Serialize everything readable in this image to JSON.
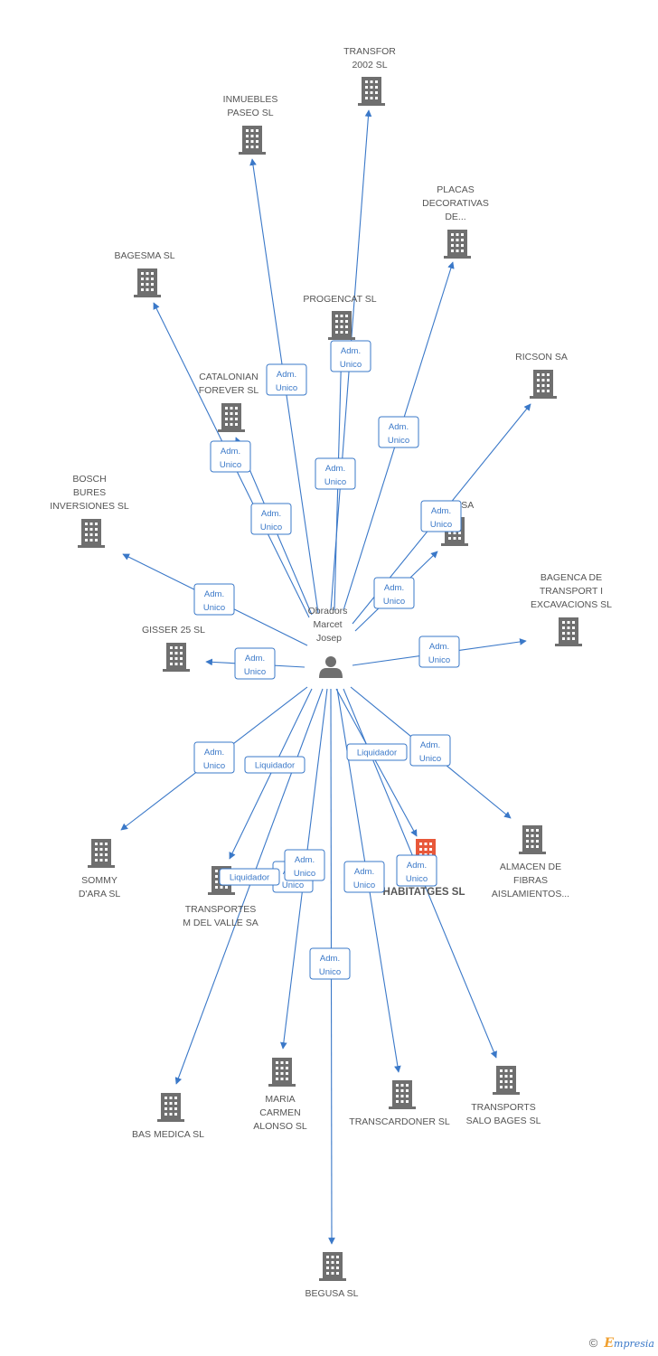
{
  "center": {
    "name_lines": [
      "Obradors",
      "Marcet",
      "Josep"
    ]
  },
  "colors": {
    "edge": "#3a78c8",
    "building": "#6f6f6f",
    "highlight": "#e8583a",
    "text": "#555555"
  },
  "nodes": [
    {
      "id": "transfor",
      "lines": [
        "TRANSFOR",
        "2002 SL"
      ],
      "role": "Adm. Unico"
    },
    {
      "id": "inmuebles",
      "lines": [
        "INMUEBLES",
        "PASEO SL"
      ],
      "role": "Adm. Unico"
    },
    {
      "id": "placas",
      "lines": [
        "PLACAS",
        "DECORATIVAS",
        "DE..."
      ],
      "role": "Adm. Unico"
    },
    {
      "id": "bagesma",
      "lines": [
        "BAGESMA SL"
      ],
      "role": "Adm. Unico"
    },
    {
      "id": "progencat",
      "lines": [
        "PROGENCAT SL"
      ],
      "role": "Adm. Unico"
    },
    {
      "id": "ricson",
      "lines": [
        "RICSON SA"
      ],
      "role": "Adm. Unico"
    },
    {
      "id": "catalonian",
      "lines": [
        "CATALONIAN",
        "FOREVER SL"
      ],
      "role": "Adm. Unico"
    },
    {
      "id": "valle_sa",
      "lines": [
        "...LE SA"
      ],
      "role": "Adm. Unico"
    },
    {
      "id": "bosch",
      "lines": [
        "BOSCH",
        "BURES",
        "INVERSIONES SL"
      ],
      "role": "Adm. Unico"
    },
    {
      "id": "bagenca",
      "lines": [
        "BAGENCA DE",
        "TRANSPORT I",
        "EXCAVACIONS SL"
      ],
      "role": "Adm. Unico"
    },
    {
      "id": "gisser",
      "lines": [
        "GISSER 25 SL"
      ],
      "role": "Adm. Unico"
    },
    {
      "id": "sommy",
      "lines": [
        "SOMMY",
        "D'ARA SL"
      ],
      "role": "Adm. Unico"
    },
    {
      "id": "transportes",
      "lines": [
        "TRANSPORTES",
        "M DEL VALLE SA"
      ],
      "role": "Liquidador"
    },
    {
      "id": "habitatges",
      "lines": [
        "...M",
        "HABITATGES SL"
      ],
      "role": "Liquidador"
    },
    {
      "id": "almacen",
      "lines": [
        "ALMACEN DE",
        "FIBRAS",
        "AISLAMIENTOS..."
      ],
      "role": "Adm. Unico"
    },
    {
      "id": "basmedica",
      "lines": [
        "BAS MEDICA SL"
      ],
      "role": "Adm. Unico"
    },
    {
      "id": "maria",
      "lines": [
        "MARIA",
        "CARMEN",
        "ALONSO SL"
      ],
      "role": "Adm. Unico"
    },
    {
      "id": "transcard",
      "lines": [
        "TRANSCARDONER SL"
      ],
      "role": "Adm. Unico"
    },
    {
      "id": "transports",
      "lines": [
        "TRANSPORTS",
        "SALO BAGES SL"
      ],
      "role": "Adm. Unico"
    },
    {
      "id": "begusa",
      "lines": [
        "BEGUSA SL"
      ],
      "role": "Adm. Unico"
    }
  ],
  "extra_badges": [
    {
      "id": "liquidador_2",
      "text": "Liquidador"
    },
    {
      "id": "adm_habitatges",
      "text": "Adm. Unico"
    }
  ],
  "footer": {
    "copyright": "©",
    "brand_initial": "E",
    "brand_rest": "mpresia"
  }
}
